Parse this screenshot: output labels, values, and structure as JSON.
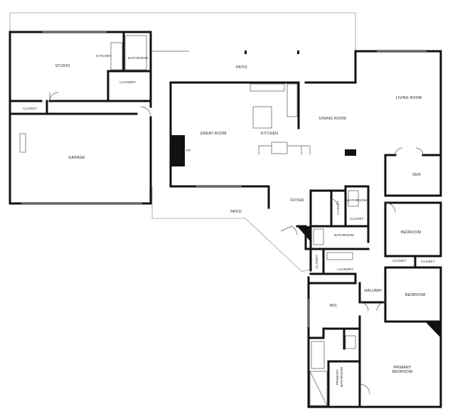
{
  "rooms": {
    "studio": "STUDIO",
    "studio_kitchen": "KITCHEN",
    "studio_bathroom": "BATHROOM",
    "studio_laundry": "LAUNDRY",
    "studio_closet": "CLOSET",
    "garage": "GARAGE",
    "patio_top": "PATIO",
    "great_room": "GREAT ROOM",
    "fp": "FP",
    "kitchen": "KITCHEN",
    "dining_room": "DINING ROOM",
    "living_room": "LIVING ROOM",
    "den": "DEN",
    "foyer": "FOYER",
    "patio_bottom": "PATIO",
    "closet_foyer": "CLOSET",
    "bathroom_small": "BATHROOM",
    "closet_hall": "CLOSET",
    "bathroom": "BATHROOM",
    "closet_laundry": "CLOSET",
    "laundry": "LAUNDRY",
    "bedroom_1": "BEDROOM",
    "closet_bed1": "CLOSET",
    "closet_bed2": "CLOSET",
    "bedroom_2": "BEDROOM",
    "hallway": "HALLWAY",
    "wic": "WIC",
    "primary_bathroom": "PRIMARY BATHROOM",
    "primary_bedroom": "PRIMARY BEDROOM"
  },
  "colors": {
    "wall": "#111111",
    "outline": "#9a9a9a",
    "fixture": "#555555"
  }
}
